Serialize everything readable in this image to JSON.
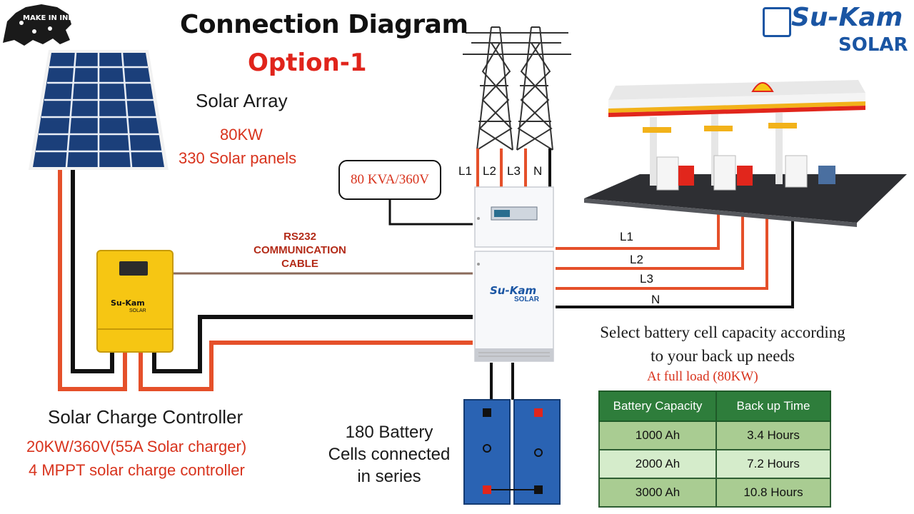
{
  "title": "Connection Diagram",
  "subtitle": "Option-1",
  "brand": {
    "name": "Su-Kam",
    "sub": "SOLAR",
    "color": "#1a55a3"
  },
  "make_in_india": "MAKE IN INDIA",
  "solar_array": {
    "label": "Solar Array",
    "power": "80KW",
    "panels": "330 Solar panels"
  },
  "inverter_rating": "80 KVA/360V",
  "comm_cable": [
    "RS232",
    "COMMUNICATION",
    "CABLE"
  ],
  "grid_phases": [
    "L1",
    "L2",
    "L3",
    "N"
  ],
  "output_phases": [
    "L1",
    "L2",
    "L3",
    "N"
  ],
  "charge_controller": {
    "label": "Solar Charge Controller",
    "spec1": "20KW/360V(55A Solar charger)",
    "spec2": "4 MPPT solar charge controller",
    "brand": "Su-Kam",
    "brand_sub": "SOLAR"
  },
  "battery": {
    "line1": "180 Battery",
    "line2": "Cells connected",
    "line3": "in series"
  },
  "note": {
    "line1": "Select battery cell capacity according",
    "line2": "to your back up needs",
    "load": "At full load (80KW)"
  },
  "table": {
    "headers": [
      "Battery Capacity",
      "Back up Time"
    ],
    "rows": [
      [
        "1000 Ah",
        "3.4 Hours"
      ],
      [
        "2000 Ah",
        "7.2 Hours"
      ],
      [
        "3000 Ah",
        "10.8 Hours"
      ]
    ]
  },
  "colors": {
    "wire_red": "#e5502a",
    "wire_black": "#111111",
    "title_red": "#e0241b",
    "table_header": "#2e7d3b"
  }
}
